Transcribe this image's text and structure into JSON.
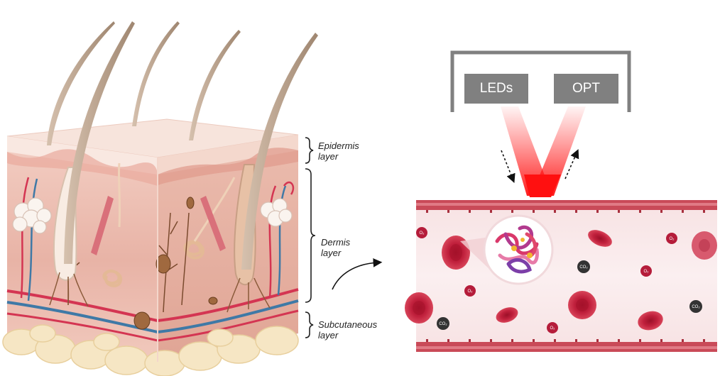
{
  "labels": {
    "epidermis": [
      "Epidermis",
      "layer"
    ],
    "dermis": [
      "Dermis",
      "layer"
    ],
    "subcutaneous": [
      "Subcutaneous",
      "layer"
    ]
  },
  "device": {
    "emitter": "LEDs",
    "detector": "OPT"
  },
  "molecules": {
    "oxygen": "O₂",
    "carbon_dioxide": "CO₂"
  },
  "colors": {
    "skin_light": "#f6ddd3",
    "skin_mid": "#eab7ab",
    "hair": "#bfa48e",
    "vessel_wall": "#c94a58",
    "blood_cell": "#c61e3a",
    "light_beam": "#ff1a1a",
    "device_box": "#808080"
  }
}
